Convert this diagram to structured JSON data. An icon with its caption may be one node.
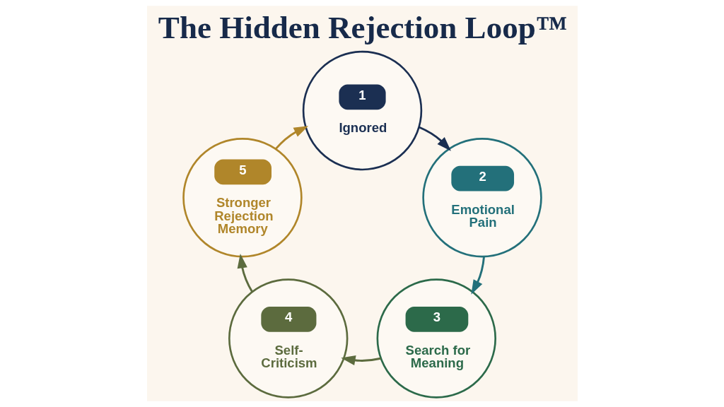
{
  "diagram": {
    "title": "The Hidden Rejection Loop™",
    "nodes": [
      {
        "text": [
          "1",
          "Ignored"
        ]
      },
      {
        "text": [
          "2",
          "Emotional Pain"
        ]
      },
      {
        "text": [
          "3",
          "Search for Meaning"
        ]
      },
      {
        "text": [
          "4",
          "Self-Criticism"
        ]
      },
      {
        "text": [
          "5",
          "Stronger Rejection Memory"
        ]
      }
    ],
    "edges": [
      {
        "from": 0,
        "to": 1,
        "arrow": "to",
        "color": "#1b2f52"
      },
      {
        "from": 1,
        "to": 2,
        "arrow": "to",
        "color": "#23707a"
      },
      {
        "from": 2,
        "to": 3,
        "arrow": "to",
        "color": "#5c6b3e"
      },
      {
        "from": 3,
        "to": 4,
        "arrow": "to",
        "color": "#5c6b3e"
      },
      {
        "from": 4,
        "to": 0,
        "arrow": "to",
        "color": "#b0862a"
      }
    ]
  }
}
